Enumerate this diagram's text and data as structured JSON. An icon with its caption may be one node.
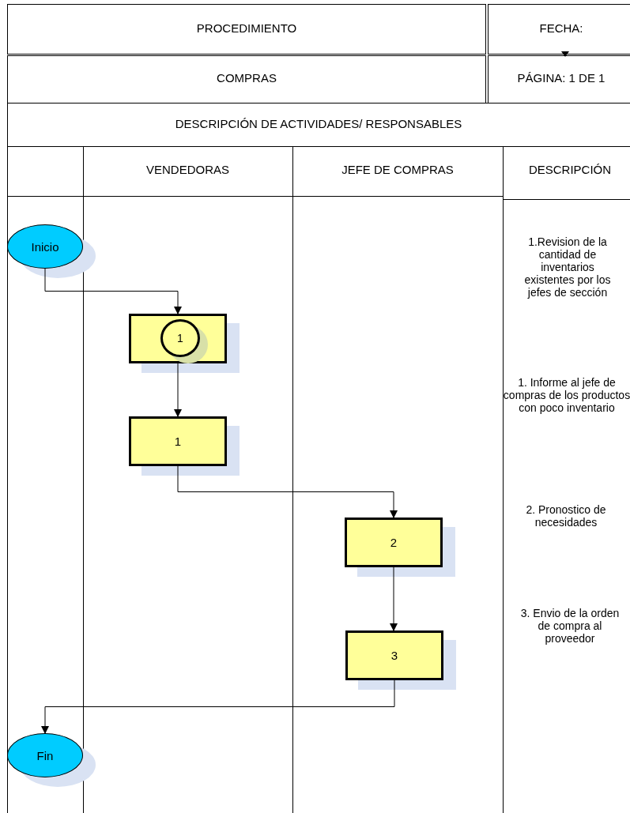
{
  "diagram": {
    "nodes": [
      {
        "text": [
          "Inicio"
        ]
      },
      {
        "text": [],
        "shape": "box"
      },
      {
        "text": [
          "1"
        ],
        "in": 1
      },
      {
        "text": [
          "1"
        ]
      },
      {
        "text": [
          "2"
        ]
      },
      {
        "text": [
          "3"
        ]
      },
      {
        "text": [
          "Fin"
        ]
      }
    ],
    "edges": [
      {
        "from": 0,
        "to": 1,
        "arrow": "to"
      },
      {
        "from": 1,
        "to": 3,
        "arrow": "to"
      },
      {
        "from": 3,
        "to": 4,
        "arrow": "to"
      },
      {
        "from": 4,
        "to": 5,
        "arrow": "to"
      },
      {
        "from": 5,
        "to": 6,
        "arrow": "to"
      }
    ],
    "labels": [
      "PROCEDIMIENTO",
      "FECHA:",
      "COMPRAS",
      "PÁGINA: 1 DE 1",
      "DESCRIPCIÓN DE ACTIVIDADES/ RESPONSABLES",
      "VENDEDORAS",
      "JEFE DE COMPRAS",
      "DESCRIPCIÓN",
      "1.Revision de la cantidad de inventarios existentes por los jefes de sección",
      "1. Informe al jefe de compras de los productos con poco inventario",
      "2. Pronostico de necesidades",
      "3. Envio de la orden de compra al proveedor"
    ]
  }
}
